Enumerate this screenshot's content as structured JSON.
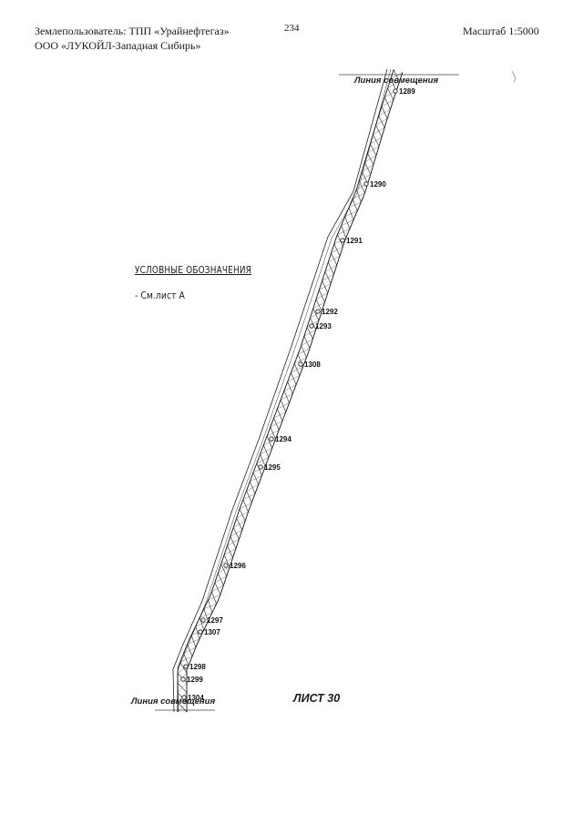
{
  "header": {
    "owner_lines": [
      "Землепользователь: ТПП «Урайнефтегаз»",
      "ООО «ЛУКОЙЛ-Западная Сибирь»"
    ],
    "page_number": "234",
    "scale": "Масштаб 1:5000"
  },
  "legend": {
    "title": "УСЛОВНЫЕ ОБОЗНАЧЕНИЯ",
    "item": "- См.лист А"
  },
  "match_line": {
    "top": "Линия совмещения",
    "bottom": "Линия совмещения"
  },
  "sheet_label": "ЛИСТ 30",
  "pickets": [
    "1289",
    "1290",
    "1291",
    "1292",
    "1293",
    "1308",
    "1294",
    "1295",
    "1296",
    "1297",
    "1307",
    "1298",
    "1299",
    "1304"
  ]
}
